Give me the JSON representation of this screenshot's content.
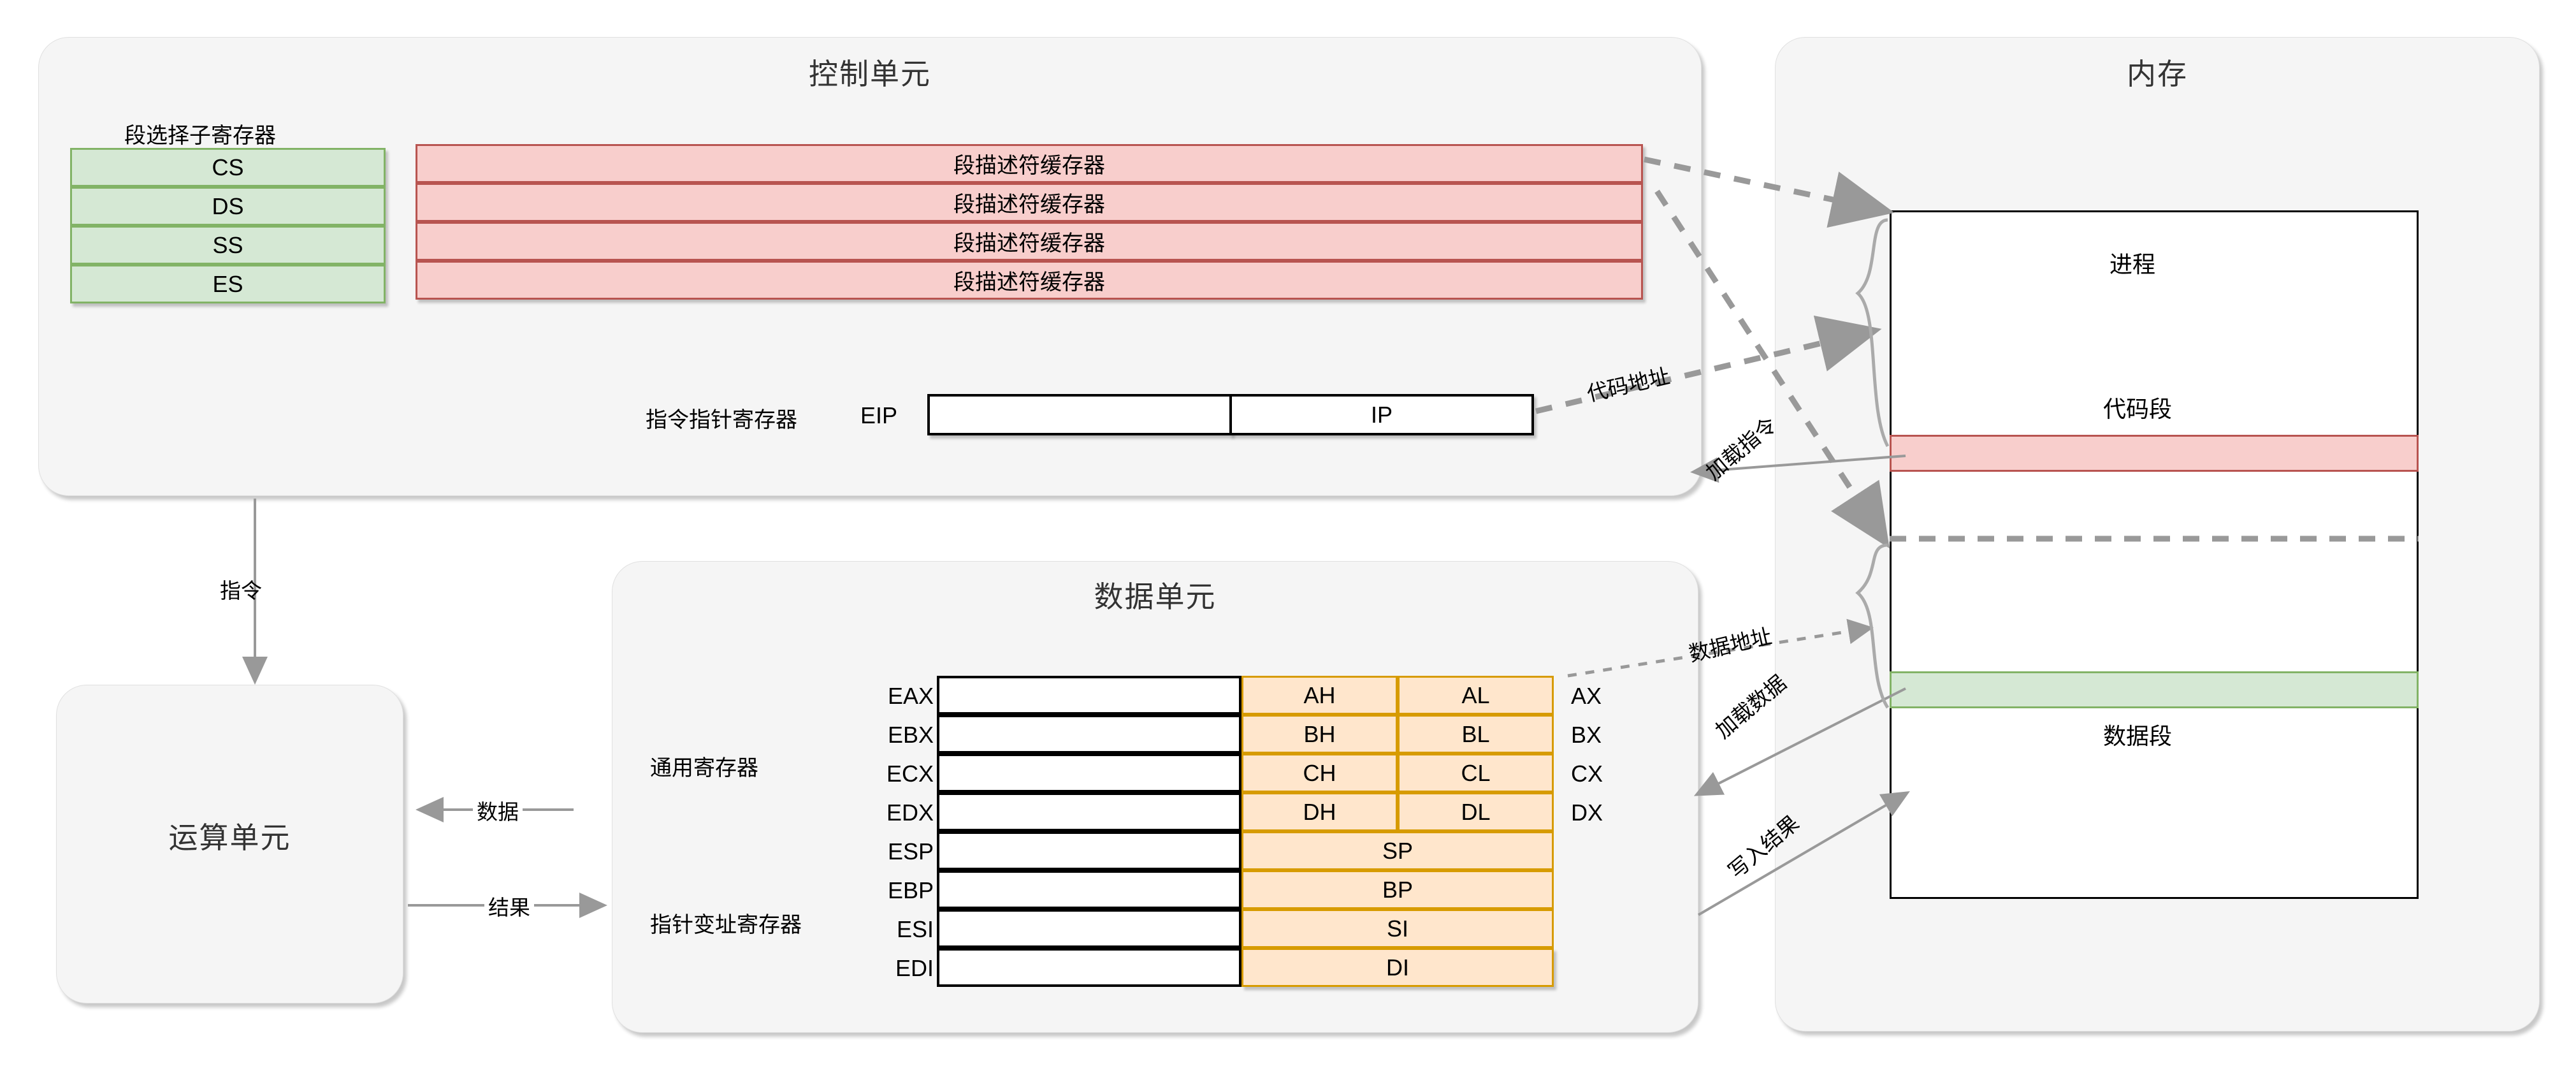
{
  "panels": {
    "control_unit": {
      "title": "控制单元"
    },
    "data_unit": {
      "title": "数据单元"
    },
    "alu": {
      "title": "运算单元"
    },
    "memory": {
      "title": "内存"
    }
  },
  "control_unit": {
    "selector_group_label": "段选择子寄存器",
    "selectors": [
      "CS",
      "DS",
      "SS",
      "ES"
    ],
    "descriptor_caches": [
      "段描述符缓存器",
      "段描述符缓存器",
      "段描述符缓存器",
      "段描述符缓存器"
    ],
    "ip_register": {
      "label": "指令指针寄存器",
      "name": "EIP",
      "low_half": "IP",
      "high_half": ""
    }
  },
  "data_unit": {
    "group_labels": {
      "general": "通用寄存器",
      "pointer_index": "指针变址寄存器"
    },
    "registers": [
      {
        "ext": "EAX",
        "high": "AH",
        "low": "AL",
        "word": "AX",
        "split": true
      },
      {
        "ext": "EBX",
        "high": "BH",
        "low": "BL",
        "word": "BX",
        "split": true
      },
      {
        "ext": "ECX",
        "high": "CH",
        "low": "CL",
        "word": "CX",
        "split": true
      },
      {
        "ext": "EDX",
        "high": "DH",
        "low": "DL",
        "word": "DX",
        "split": true
      },
      {
        "ext": "ESP",
        "word": "SP",
        "split": false
      },
      {
        "ext": "EBP",
        "word": "BP",
        "split": false
      },
      {
        "ext": "ESI",
        "word": "SI",
        "split": false
      },
      {
        "ext": "EDI",
        "word": "DI",
        "split": false
      }
    ]
  },
  "memory": {
    "process_label": "进程",
    "code_segment_label": "代码段",
    "data_segment_label": "数据段"
  },
  "edges": {
    "instruction": "指令",
    "data": "数据",
    "result": "结果",
    "code_address": "代码地址",
    "load_instruction": "加载指令",
    "data_address": "数据地址",
    "load_data": "加载数据",
    "write_result": "写入结果"
  },
  "colors": {
    "panel_bg": "#f5f5f5",
    "green_fill": "#d5e8d4",
    "green_border": "#82b366",
    "pink_fill": "#f8cecc",
    "pink_border": "#b85450",
    "orange_fill": "#ffe6cc",
    "orange_border": "#d79b00",
    "arrow_gray": "#999999",
    "outline_black": "#000000"
  }
}
